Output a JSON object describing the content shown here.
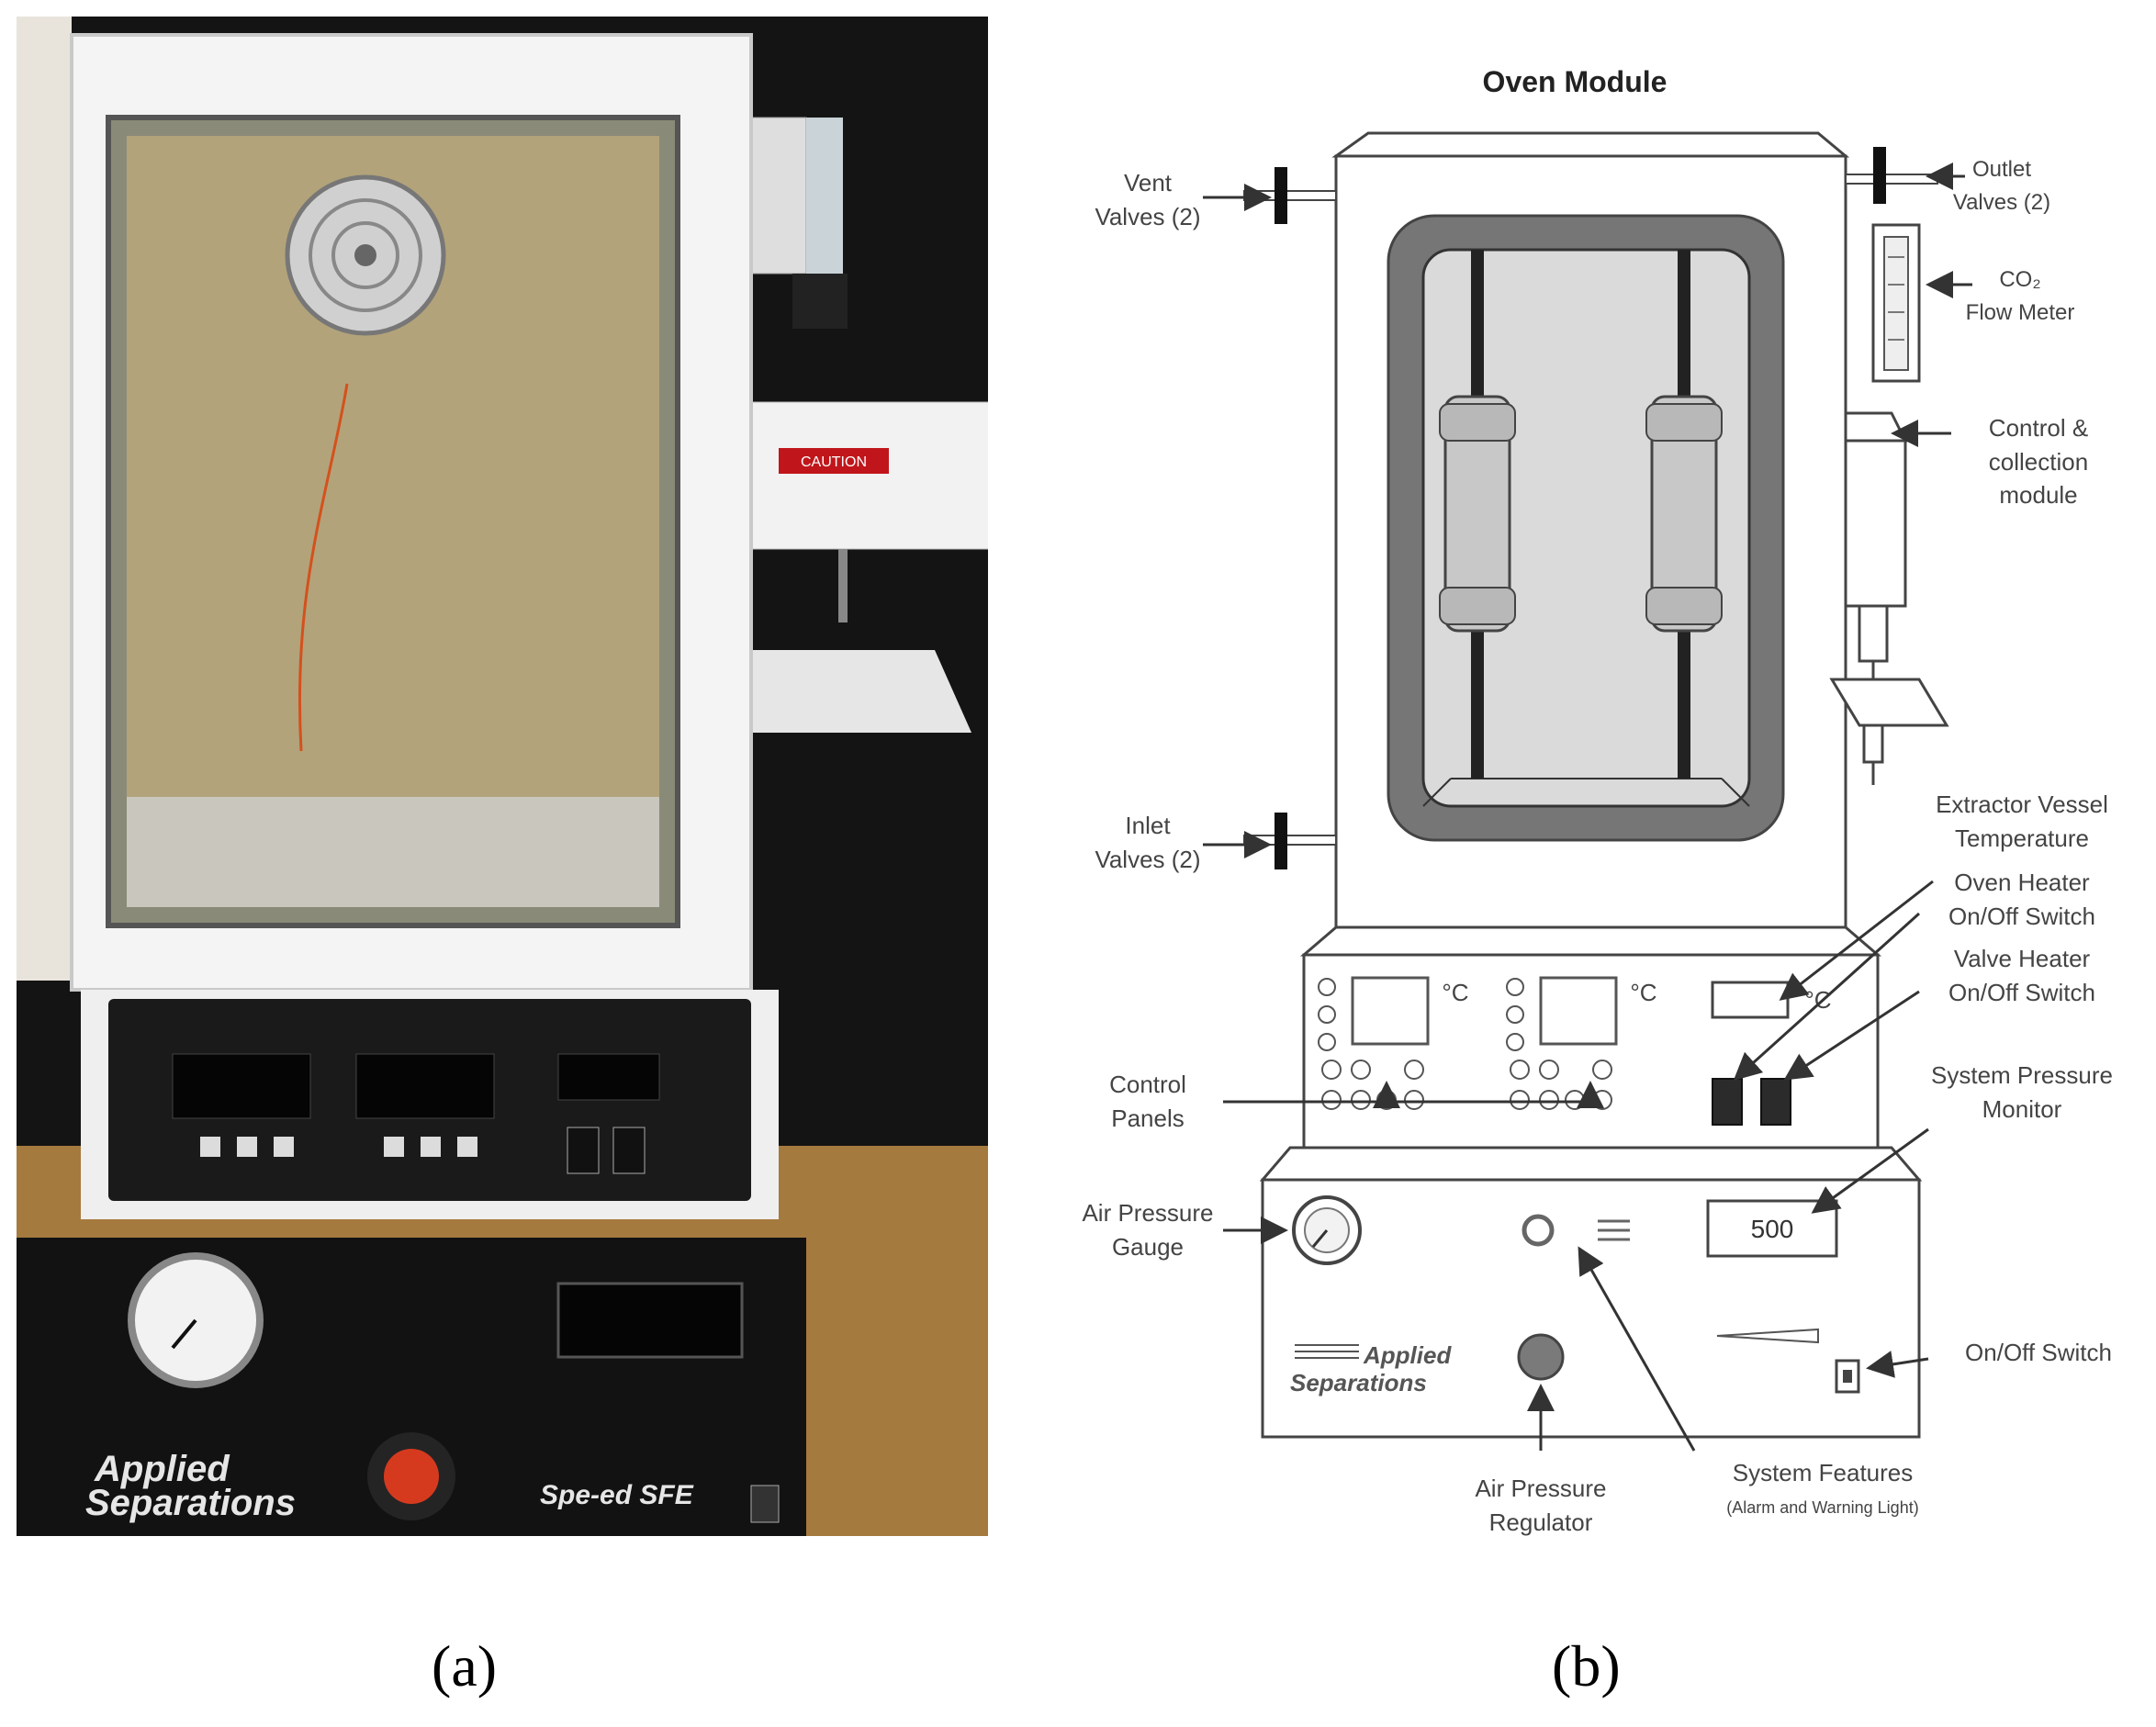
{
  "photo": {
    "caution_label": "CAUTION",
    "brand_line1": "Applied",
    "brand_line2": "Separations",
    "model_name": "Spe-ed SFE"
  },
  "diagram": {
    "title": "Oven Module",
    "vent_valves": [
      "Vent",
      "Valves (2)"
    ],
    "outlet_valves": [
      "Outlet",
      "Valves (2)"
    ],
    "co2_flow_meter": [
      "CO₂",
      "Flow Meter"
    ],
    "control_collection": [
      "Control &",
      "collection",
      "module"
    ],
    "inlet_valves": [
      "Inlet",
      "Valves (2)"
    ],
    "extractor_vessel_temp": [
      "Extractor Vessel",
      "Temperature"
    ],
    "oven_heater_switch": [
      "Oven Heater",
      "On/Off Switch"
    ],
    "valve_heater_switch": [
      "Valve Heater",
      "On/Off Switch"
    ],
    "control_panels": [
      "Control",
      "Panels"
    ],
    "system_pressure_monitor": [
      "System Pressure",
      "Monitor"
    ],
    "air_pressure_gauge": [
      "Air Pressure",
      "Gauge"
    ],
    "on_off_switch": "On/Off Switch",
    "air_pressure_regulator": [
      "Air Pressure",
      "Regulator"
    ],
    "system_features": "System Features",
    "system_features_sub": "(Alarm and Warning Light)",
    "pressure_readout": "500",
    "celsius_unit": "°C",
    "brand_line1": "Applied",
    "brand_line2": "Separations"
  },
  "captions": {
    "a": "(a)",
    "b": "(b)"
  }
}
